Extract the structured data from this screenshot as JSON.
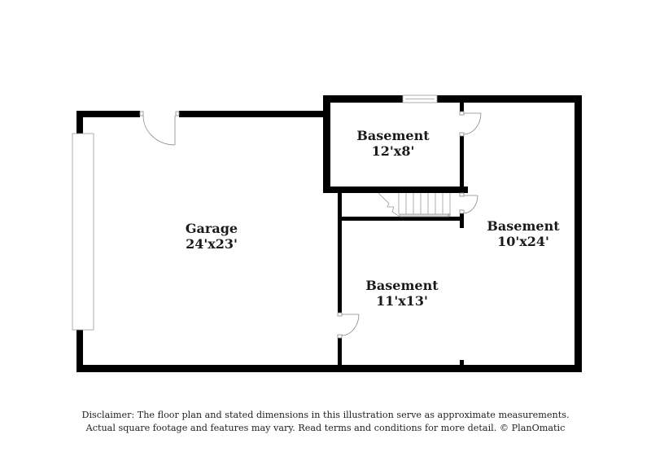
{
  "rooms": [
    {
      "name": "Garage",
      "dimensions": "24'x23'"
    },
    {
      "name": "Basement",
      "dimensions": "12'x8'"
    },
    {
      "name": "Basement",
      "dimensions": "10'x24'"
    },
    {
      "name": "Basement",
      "dimensions": "11'x13'"
    }
  ],
  "disclaimer": {
    "line1": "Disclaimer: The floor plan and stated dimensions in this illustration serve as approximate measurements.",
    "line2": "Actual square footage and features may vary. Read terms and conditions for more detail. © PlanOmatic"
  },
  "colors": {
    "wall": "#000000",
    "fixture_stroke": "#999999",
    "background": "#ffffff"
  }
}
